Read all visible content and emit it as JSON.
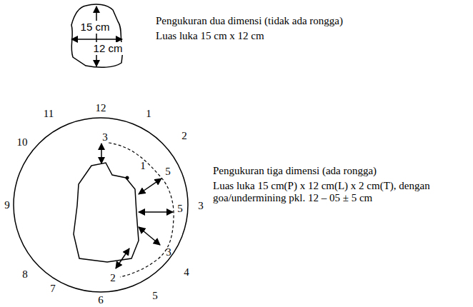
{
  "diagram": {
    "labels": [
      "15 cm",
      "12 cm",
      "Pengukuran dua dimensi (tidak ada rongga)",
      "Luas luka 15 cm x 12 cm",
      "12",
      "1",
      "2",
      "3",
      "4",
      "5",
      "6",
      "7",
      "8",
      "9",
      "10",
      "11",
      "3",
      "1",
      "5",
      "5",
      "3",
      "2",
      "Pengukuran tiga dimensi (ada rongga)",
      "Luas luka 15 cm(P) x 12 cm(L) x 2 cm(T), dengan goa/undermining pkl. 12 – 05 ± 5 cm"
    ]
  }
}
